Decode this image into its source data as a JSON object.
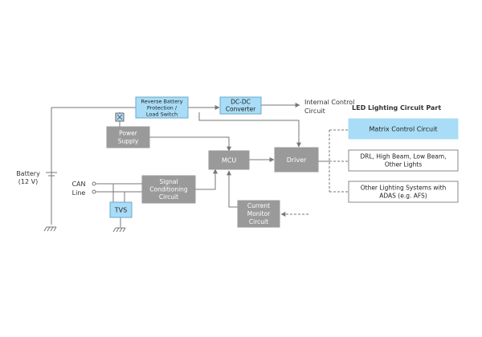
{
  "colors": {
    "gray_box": "#9a9a9a",
    "blue_box": "#a9dcf6",
    "line": "#777777",
    "border": "#888888",
    "text_dark": "#222222",
    "text_white": "#ffffff"
  },
  "labels": {
    "battery_1": "Battery",
    "battery_2": "(12 V)",
    "can_1": "CAN",
    "can_2": "Line",
    "internal_1": "Internal Control",
    "internal_2": "Circuit",
    "led_title": "LED Lighting Circuit Part"
  },
  "boxes": {
    "reverse": [
      "Reverse Battery",
      "Protection /",
      "Load Switch"
    ],
    "dcdc": [
      "DC-DC",
      "Converter"
    ],
    "power": [
      "Power",
      "Supply"
    ],
    "mcu": [
      "MCU"
    ],
    "driver": [
      "Driver"
    ],
    "signal": [
      "Signal",
      "Conditioning",
      "Circuit"
    ],
    "tvs": [
      "TVS"
    ],
    "current": [
      "Current",
      "Monitor",
      "Circuit"
    ],
    "matrix": [
      "Matrix Control Circuit"
    ],
    "drl": [
      "DRL, High Beam, Low Beam,",
      "Other Lights"
    ],
    "other": [
      "Other Lighting Systems with",
      "ADAS (e.g. AFS)"
    ]
  }
}
